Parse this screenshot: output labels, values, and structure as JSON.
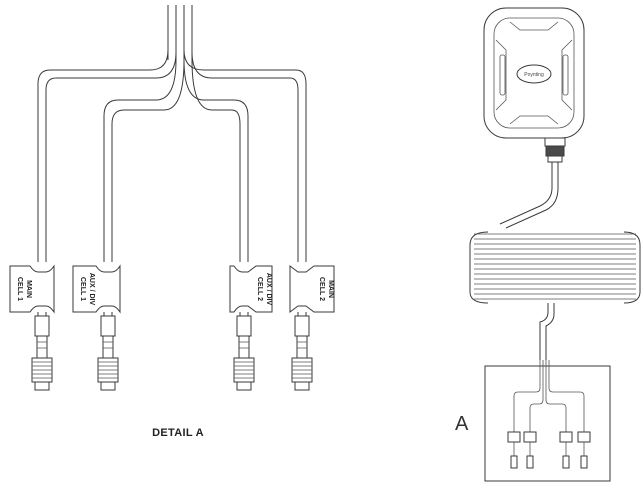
{
  "detail": {
    "title": "DETAIL A",
    "tags": [
      {
        "line1": "CELL 1",
        "line2": "MAIN"
      },
      {
        "line1": "CELL 1",
        "line2": "AUX / DIV"
      },
      {
        "line1": "CELL 2",
        "line2": "AUX / DIV"
      },
      {
        "line1": "CELL 2",
        "line2": "MAIN"
      }
    ]
  },
  "overview": {
    "callout_label": "A",
    "logo_text": "Poynting"
  },
  "icons": {
    "antenna": "antenna-housing-icon",
    "connector": "sma-connector-icon",
    "cable_coil": "cable-coil-icon"
  }
}
